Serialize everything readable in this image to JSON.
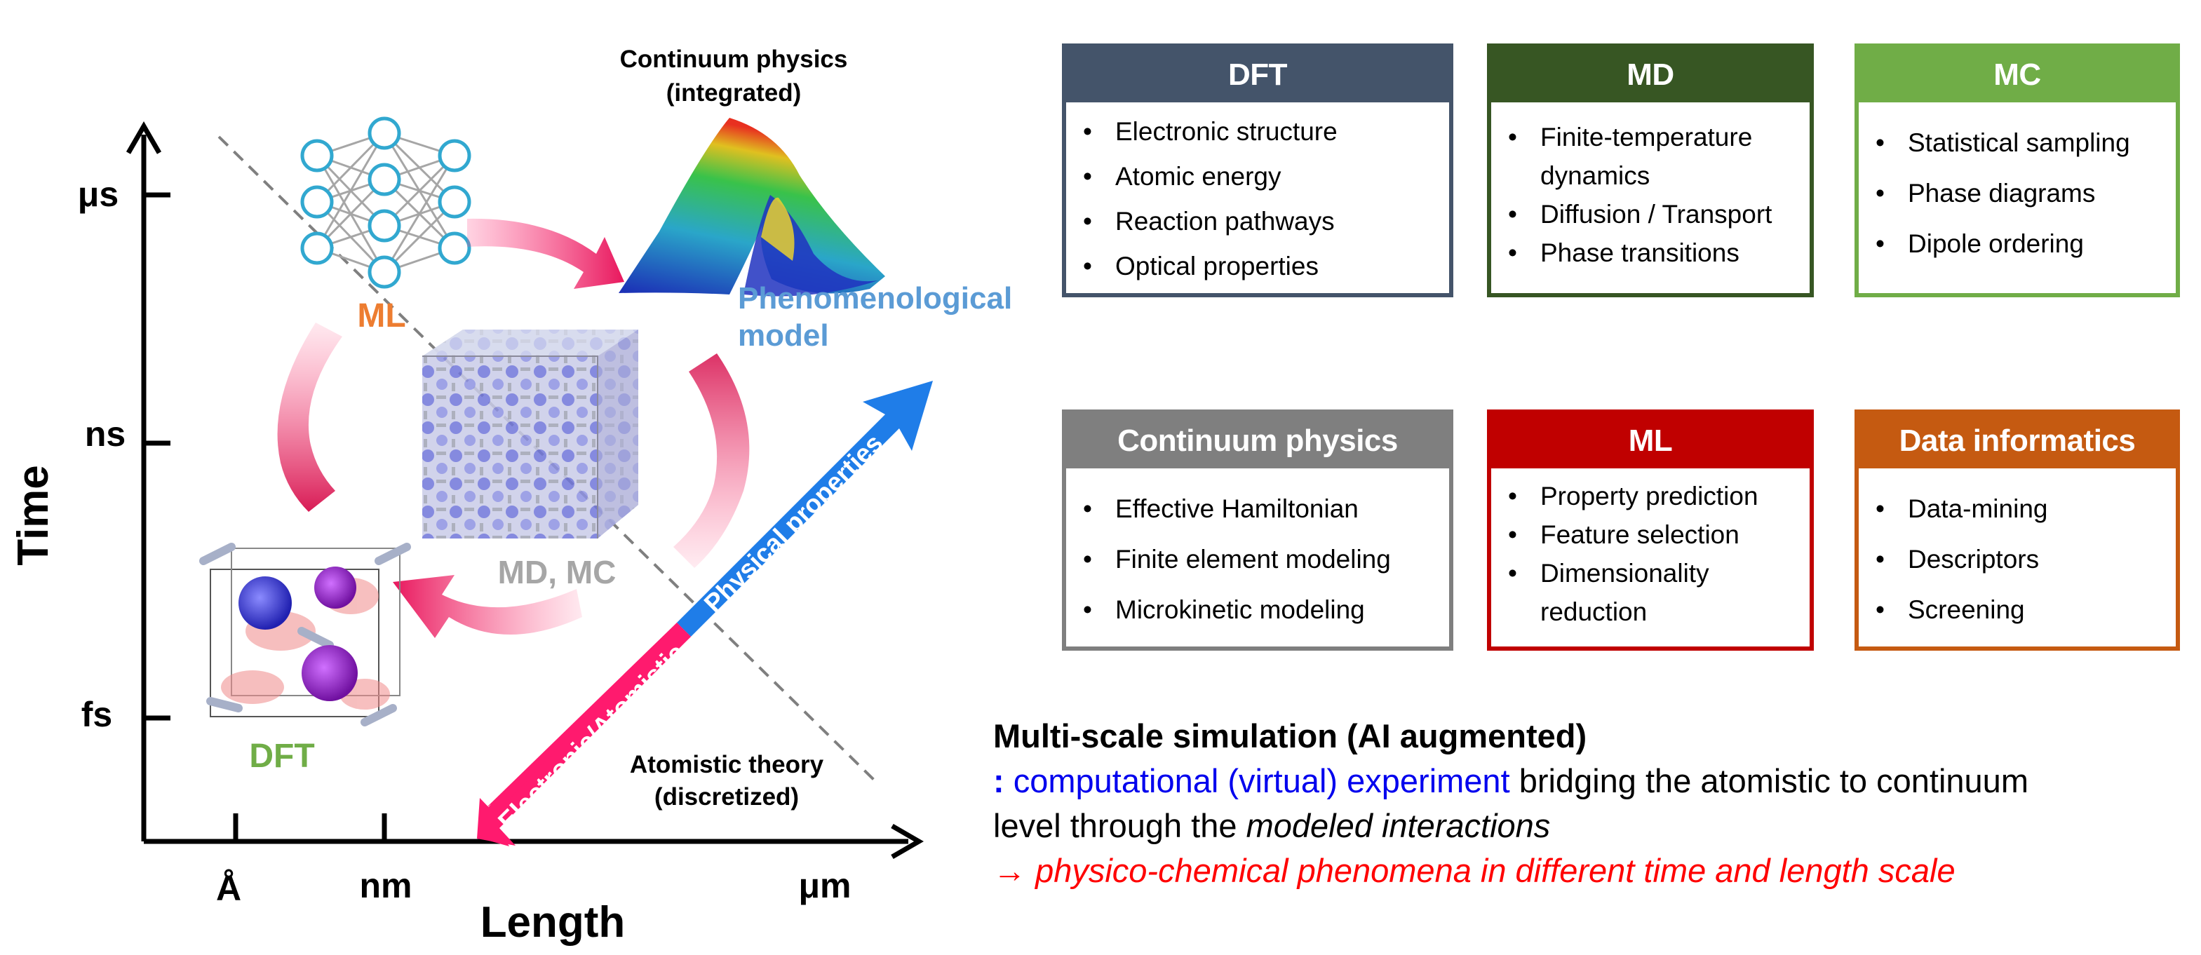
{
  "axes": {
    "y_title": "Time",
    "x_title": "Length",
    "y_ticks": [
      "μs",
      "ns",
      "fs"
    ],
    "x_ticks": [
      "Å",
      "nm",
      "μm"
    ]
  },
  "labels": {
    "continuum": [
      "Continuum physics",
      "(integrated)"
    ],
    "atomistic": [
      "Atomistic theory",
      "(discretized)"
    ],
    "phenomenological": [
      "Phenomenological",
      "model"
    ],
    "ml": "ML",
    "md_mc": "MD, MC",
    "dft": "DFT",
    "arrow_up": "Physical properties",
    "arrow_down": "Electronic/Atomistic"
  },
  "colors": {
    "dft": "#44546a",
    "md": "#375623",
    "mc": "#70ad47",
    "continuum": "#7f7f7f",
    "ml": "#c00000",
    "data": "#c55a11",
    "label_ml": "#ed7d31",
    "label_dft": "#70ad47",
    "label_md": "#a6a6a6",
    "label_pheno": "#5b9bd5",
    "arrow_blue": "#1f7de8",
    "arrow_pink": "#ff1a6e"
  },
  "boxes": [
    {
      "title": "DFT",
      "items": [
        "Electronic structure",
        "Atomic energy",
        "Reaction pathways",
        "Optical properties"
      ]
    },
    {
      "title": "MD",
      "items": [
        "Finite-temperature",
        "dynamics",
        "Diffusion / Transport",
        "Phase transitions"
      ]
    },
    {
      "title": "MC",
      "items": [
        "Statistical sampling",
        "Phase diagrams",
        "Dipole ordering"
      ]
    },
    {
      "title": "Continuum physics",
      "items": [
        "Effective Hamiltonian",
        "Finite element modeling",
        "Microkinetic modeling"
      ]
    },
    {
      "title": "ML",
      "items": [
        "Property prediction",
        "Feature selection",
        "Dimensionality",
        "reduction"
      ]
    },
    {
      "title": "Data informatics",
      "items": [
        "Data-mining",
        "Descriptors",
        "Screening"
      ]
    }
  ],
  "caption": {
    "title": "Multi-scale simulation (AI augmented)",
    "line2_prefix": ":",
    "line2_blue": "computational (virtual) experiment",
    "line2_rest": "bridging the atomistic to continuum",
    "line3_plain": "level through the",
    "line3_italic": "modeled interactions",
    "line4_arrow": "→",
    "line4": "physico-chemical phenomena in different time and length scale"
  }
}
